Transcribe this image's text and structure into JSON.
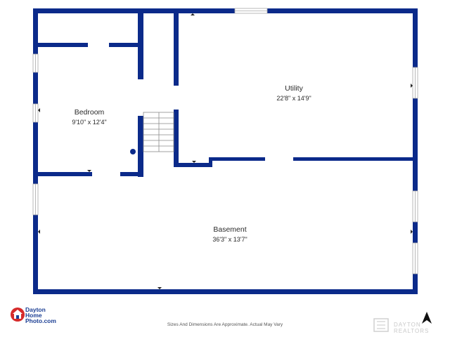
{
  "rooms": {
    "bedroom": {
      "name": "Bedroom",
      "dims": "9'10\" x 12'4\""
    },
    "utility": {
      "name": "Utility",
      "dims": "22'8\" x 14'9\""
    },
    "basement": {
      "name": "Basement",
      "dims": "36'3\" x 13'7\""
    }
  },
  "branding": {
    "line1": "Dayton",
    "line2": "Home",
    "line3": "Photo.com",
    "realtor_mark": "DAYTON REALTORS"
  },
  "disclaimer": "Sizes And Dimensions Are Approximate. Actual May Vary",
  "colors": {
    "wall": "#0b2a8a",
    "brand_blue": "#1c3f94",
    "brand_red": "#d62a2a"
  },
  "icons": {
    "compass": "north-arrow-icon",
    "brand_logo": "house-logo-icon"
  }
}
